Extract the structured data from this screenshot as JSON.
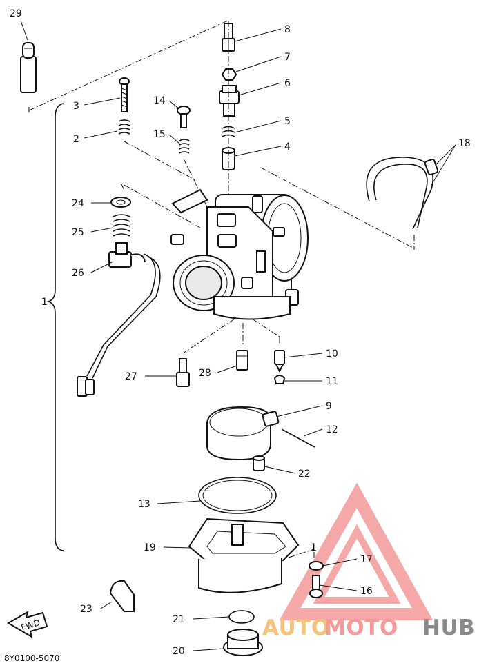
{
  "diagram_code": "8Y0100-5070",
  "fwd_marker": "FWD",
  "watermark": {
    "auto": "AUTO",
    "moto": "MOTO",
    "hub": "HUB",
    "color_red": "#f39a9a",
    "color_orange": "#f6c27a",
    "color_gray": "#8a8a8a"
  },
  "callouts": {
    "c1": "1",
    "c2": "2",
    "c3": "3",
    "c4": "4",
    "c5": "5",
    "c6": "6",
    "c7": "7",
    "c8": "8",
    "c9": "9",
    "c10": "10",
    "c11": "11",
    "c12": "12",
    "c13": "13",
    "c14": "14",
    "c15": "15",
    "c16": "16",
    "c17": "17",
    "c18": "18",
    "c19": "19",
    "c20": "20",
    "c21": "21",
    "c22": "22",
    "c23": "23",
    "c24": "24",
    "c25": "25",
    "c26": "26",
    "c27": "27",
    "c28": "28",
    "c29": "29"
  }
}
